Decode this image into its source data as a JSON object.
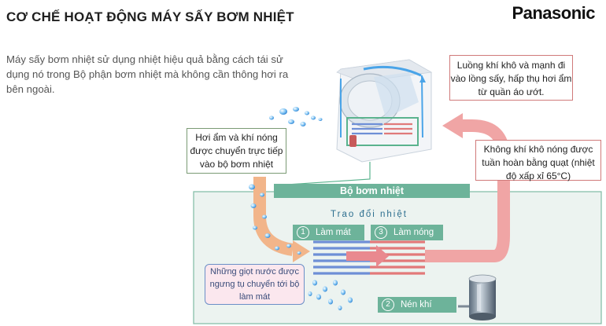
{
  "header": {
    "title": "CƠ CHẾ HOẠT ĐỘNG MÁY SẤY BƠM NHIỆT",
    "brand": "Panasonic"
  },
  "intro": "Máy sấy bơm nhiệt sử dụng nhiệt hiệu quả bằng cách tái sử dụng nó trong Bộ phận bơm nhiệt mà không cần thông hơi ra bên ngoài.",
  "callouts": {
    "humid_air": "Hơi ẩm và khí nóng được chuyển trực tiếp vào bộ bơm nhiệt",
    "dry_air": "Luồng khí khô và mạnh đi vào lồng sấy, hấp thụ hơi ẩm từ quần áo ướt.",
    "hot_air": "Không khí khô nóng được tuần hoàn bằng quạt (nhiệt độ xấp xỉ 65°C)",
    "condensed_drops": "Những giọt nước được ngưng tụ chuyển tới bộ làm mát"
  },
  "heat_pump": {
    "label": "Bộ bơm nhiệt",
    "exchange_label": "Trao đổi nhiệt",
    "stages": [
      {
        "num": "1",
        "label": "Làm mát"
      },
      {
        "num": "3",
        "label": "Làm nóng"
      },
      {
        "num": "2",
        "label": "Nén khí"
      }
    ]
  },
  "colors": {
    "panel_bg": "#ecf3f0",
    "panel_border": "#7fbba4",
    "humid_arrow": "#f2b58a",
    "hot_arrow": "#f0a5a5",
    "label_green": "#6db39a",
    "drop_blue": "#4a9be0"
  }
}
